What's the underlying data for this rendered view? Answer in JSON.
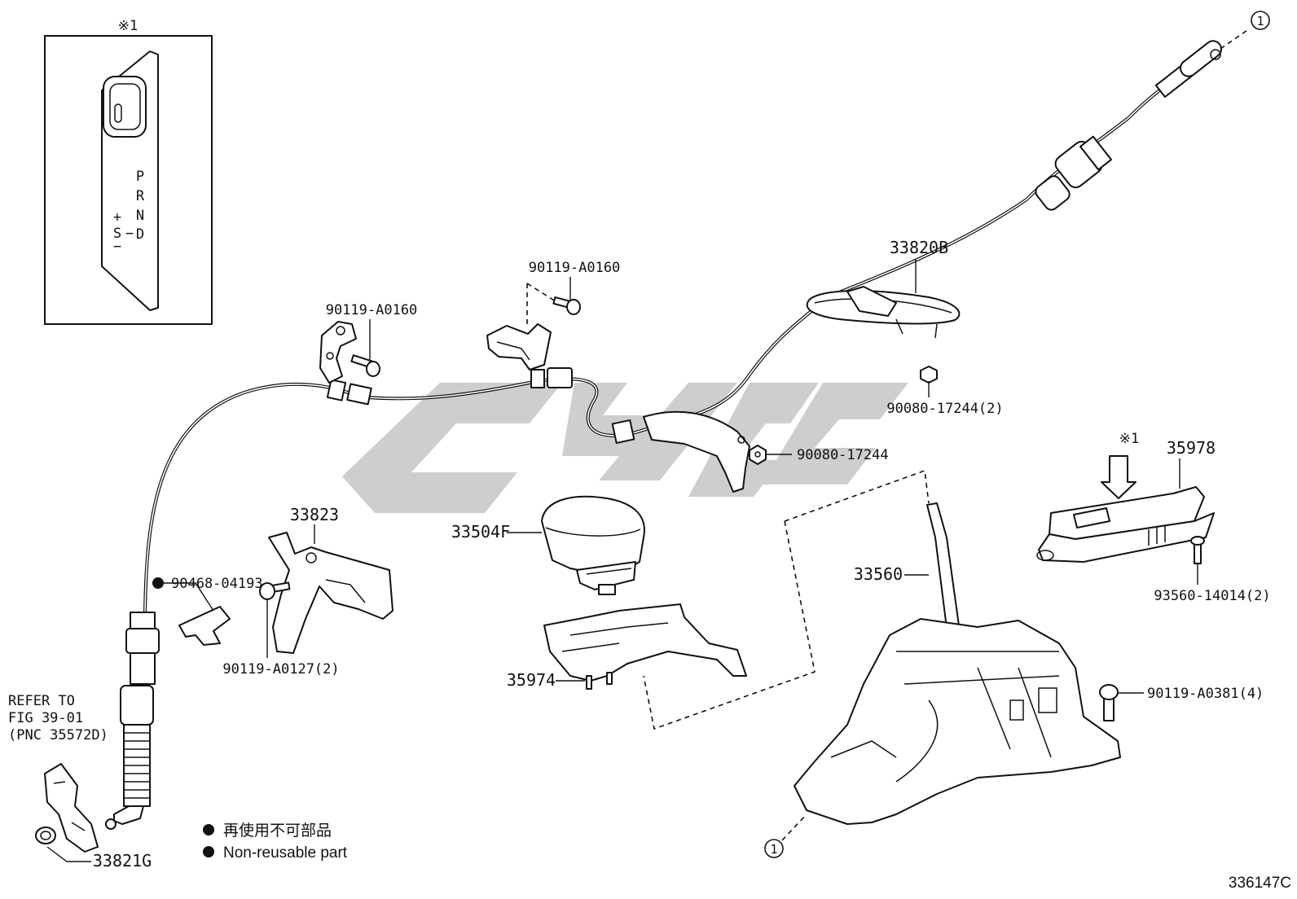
{
  "diagram": {
    "figure_number": "336147C",
    "watermark": "watermark-logo",
    "inset": {
      "mark": "※1",
      "gate_labels": [
        "P",
        "R",
        "N",
        "D",
        "+",
        "S",
        "−",
        "−"
      ]
    },
    "parts": {
      "cable": "33820B",
      "bolt_upper": "90119-A0160",
      "bolt_left": "90119-A0160",
      "nut_cable": "90080-17244(2)",
      "nut_bracket": "90080-17244",
      "indicator": "35978",
      "indicator_mark": "※1",
      "indicator_screw": "93560-14014(2)",
      "bracket": "33823",
      "clip": "90468-04193",
      "bracket_bolt": "90119-A0127(2)",
      "knob": "33504F",
      "housing": "35974",
      "shift_lever": "33560",
      "lever_bolt": "90119-A0381(4)",
      "bushing": "33821G"
    },
    "refer_note": [
      "REFER TO",
      "FIG 39-01",
      "(PNC 35572D)"
    ],
    "connection_marker": "1",
    "legend": {
      "jp": "再使用不可部品",
      "en": "Non-reusable part"
    }
  }
}
